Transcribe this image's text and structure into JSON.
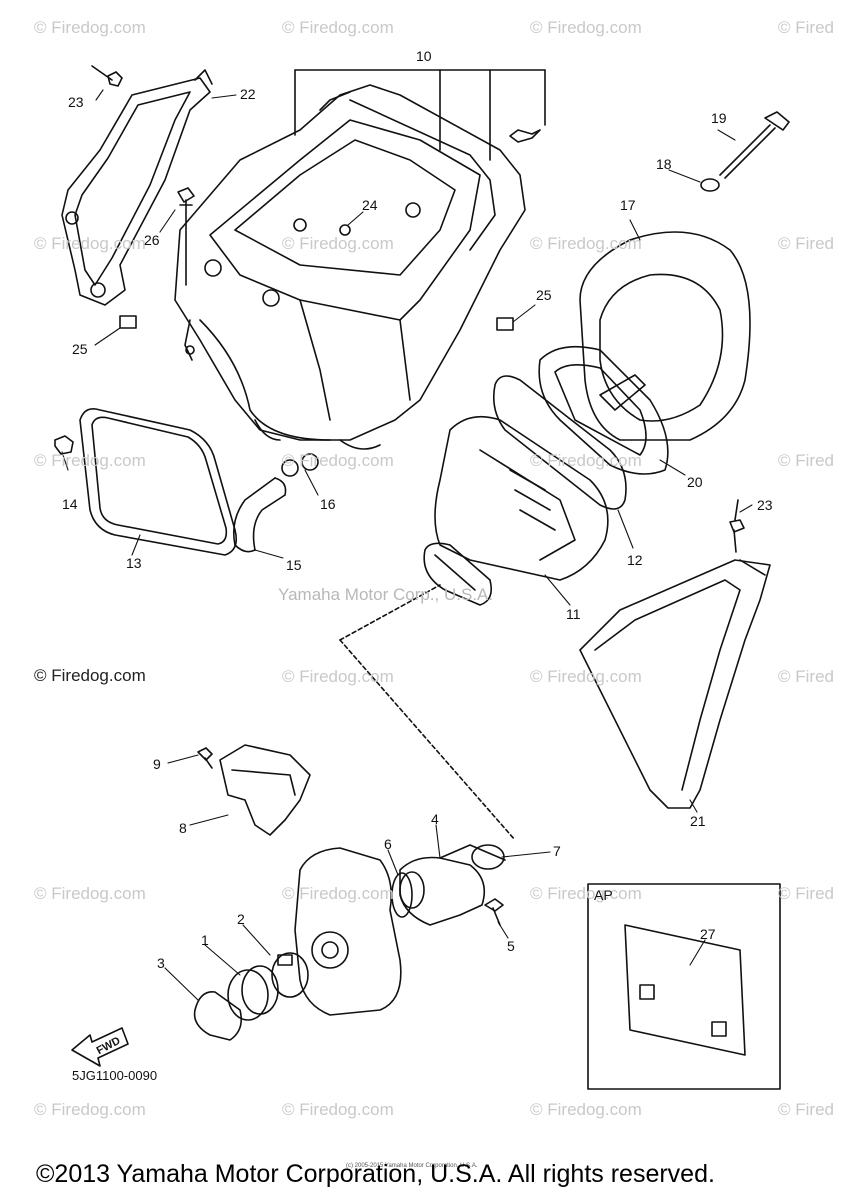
{
  "watermarks": [
    "© Firedog.com",
    "© Firedog.com",
    "© Firedog.com",
    "© Fired",
    "© Firedog.com",
    "© Firedog.com",
    "© Firedog.com",
    "© Fired",
    "© Firedog.com",
    "© Firedog.com",
    "© Firedog.com",
    "© Fired",
    "© Firedog.com",
    "© Firedog.com",
    "© Fired",
    "© Firedog.com",
    "© Firedog.com",
    "© Firedog.com",
    "© Fired",
    "© Firedog.com",
    "© Firedog.com",
    "© Firedog.com",
    "© Fired"
  ],
  "center_credit": "Yamaha Motor Corp., U.S.A.",
  "copyright_left": "© Firedog.com",
  "callouts": [
    "10",
    "22",
    "23",
    "19",
    "18",
    "17",
    "24",
    "26",
    "25",
    "25",
    "14",
    "13",
    "16",
    "15",
    "20",
    "12",
    "23",
    "11",
    "9",
    "8",
    "21",
    "4",
    "6",
    "7",
    "2",
    "1",
    "3",
    "5",
    "27"
  ],
  "ap_label": "AP",
  "fwd_label": "FWD",
  "part_code": "5JG1100-0090",
  "tiny_credit": "(c) 2005-2015 Yamaha Motor Corporation, U.S.A.",
  "footer": "©2013 Yamaha Motor Corporation, U.S.A. All rights reserved."
}
